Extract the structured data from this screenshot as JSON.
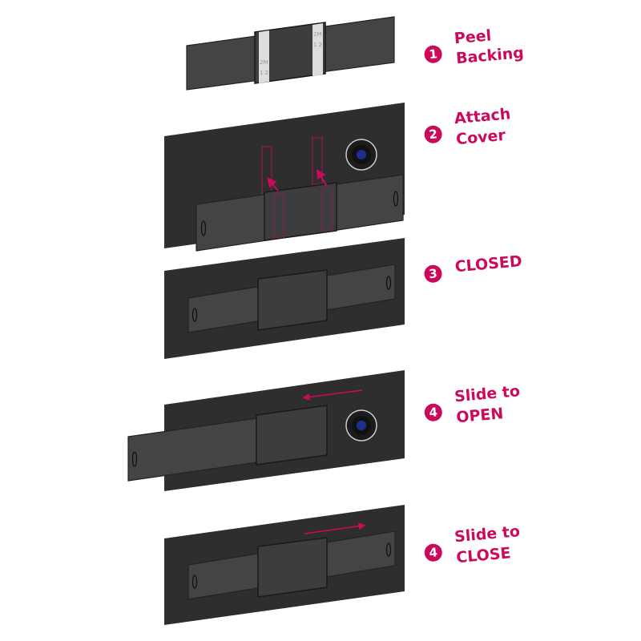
{
  "colors": {
    "accent": "#cc0a5c",
    "device": "#444447",
    "panel": "#2e2e2e",
    "lens": "#1f2f8f"
  },
  "tape_text": [
    "2M",
    "1 2"
  ],
  "steps": [
    {
      "number": "1",
      "lines": [
        "Peel",
        "Backing"
      ]
    },
    {
      "number": "2",
      "lines": [
        "Attach",
        "Cover"
      ]
    },
    {
      "number": "3",
      "lines": [
        "CLOSED"
      ]
    },
    {
      "number": "4",
      "lines": [
        "Slide to",
        "OPEN"
      ]
    },
    {
      "number": "4",
      "lines": [
        "Slide to",
        "CLOSE"
      ]
    }
  ]
}
